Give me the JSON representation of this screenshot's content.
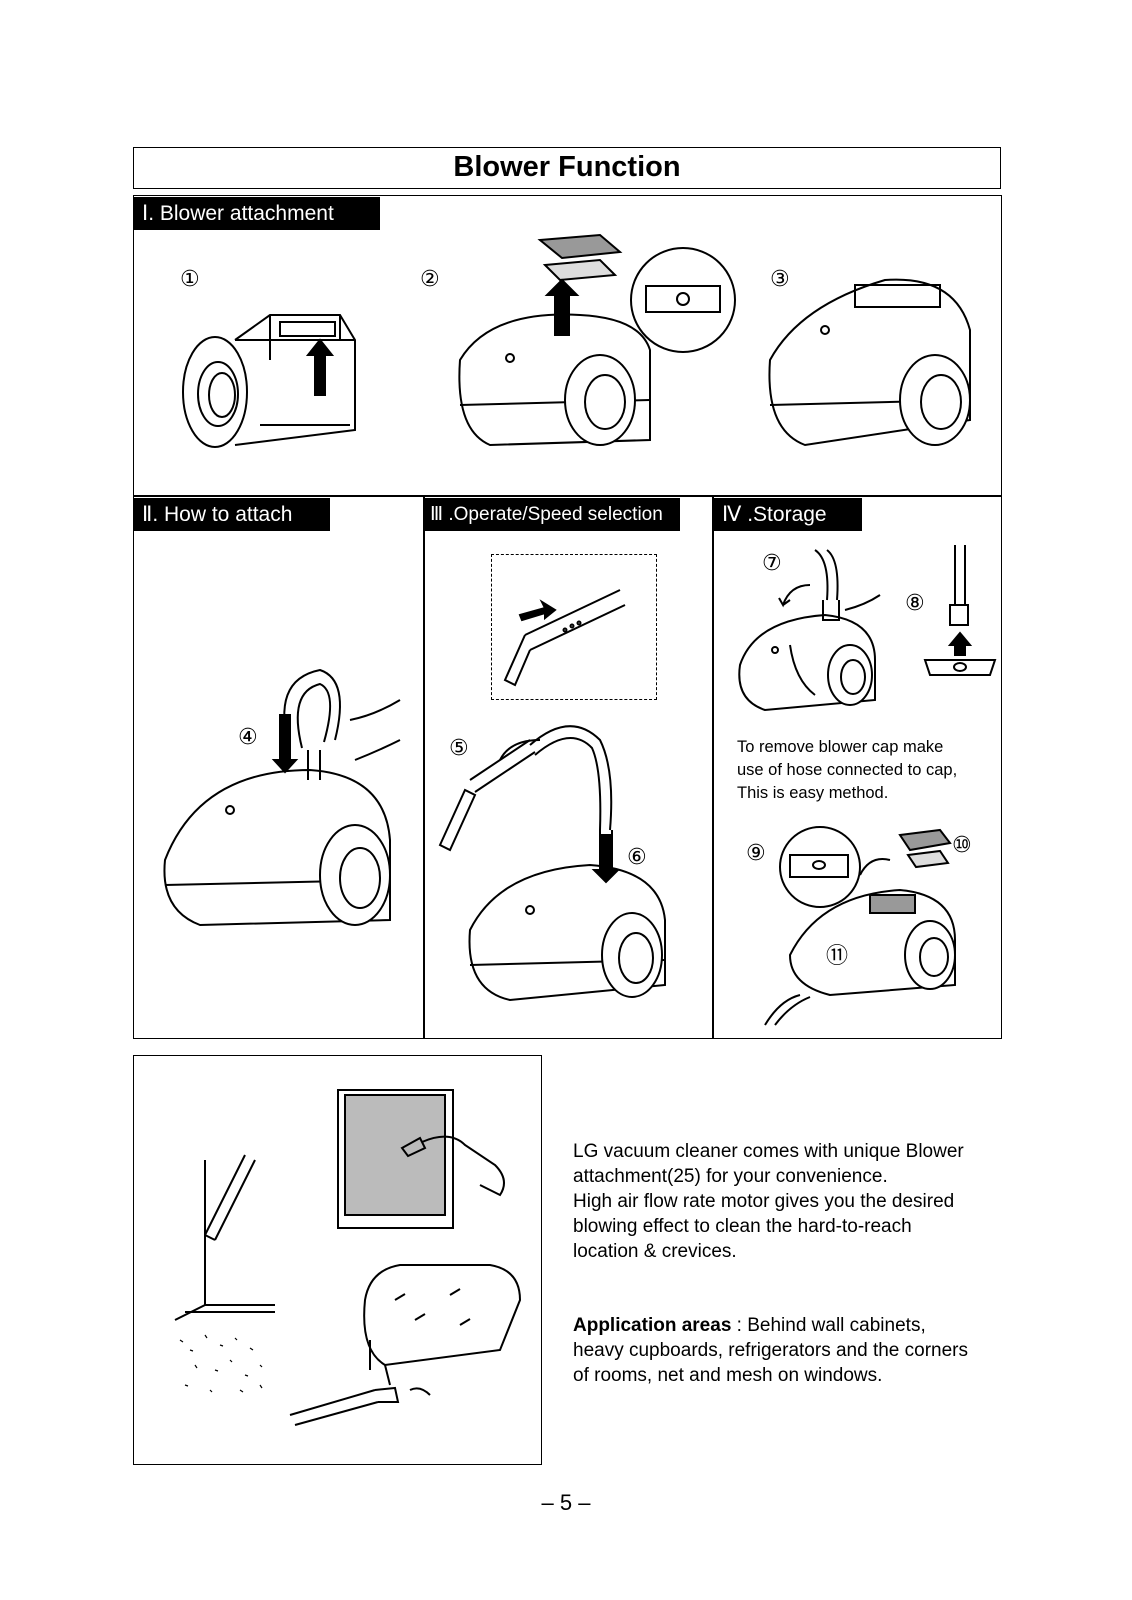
{
  "title": "Blower Function",
  "sections": {
    "blower_attachment": "Ⅰ. Blower attachment",
    "how_to_attach": "Ⅱ. How to attach",
    "operate_speed": "Ⅲ .Operate/Speed selection",
    "storage": "Ⅳ .Storage"
  },
  "step_numbers": [
    "①",
    "②",
    "③",
    "④",
    "⑤",
    "⑥",
    "⑦",
    "⑧",
    "⑨",
    "⑩",
    "⑪"
  ],
  "storage_note": {
    "line1": "To remove blower cap make",
    "line2": "use of hose connected to cap,",
    "line3": "This is easy method."
  },
  "description": {
    "line1": "LG vacuum cleaner comes with unique Blower",
    "line2": "attachment(25) for your convenience.",
    "line3": "High air flow rate motor gives you the desired",
    "line4": "blowing effect to clean the hard-to-reach",
    "line5": "location & crevices."
  },
  "application": {
    "heading": "Application areas",
    "line1_rest": " : Behind wall cabinets,",
    "line2": "heavy cupboards, refrigerators and the corners",
    "line3": "of rooms, net and mesh on windows."
  },
  "page_number": "– 5 –",
  "colors": {
    "ink": "#000000",
    "paper": "#ffffff",
    "label_bg": "#000000",
    "label_text": "#ffffff"
  }
}
